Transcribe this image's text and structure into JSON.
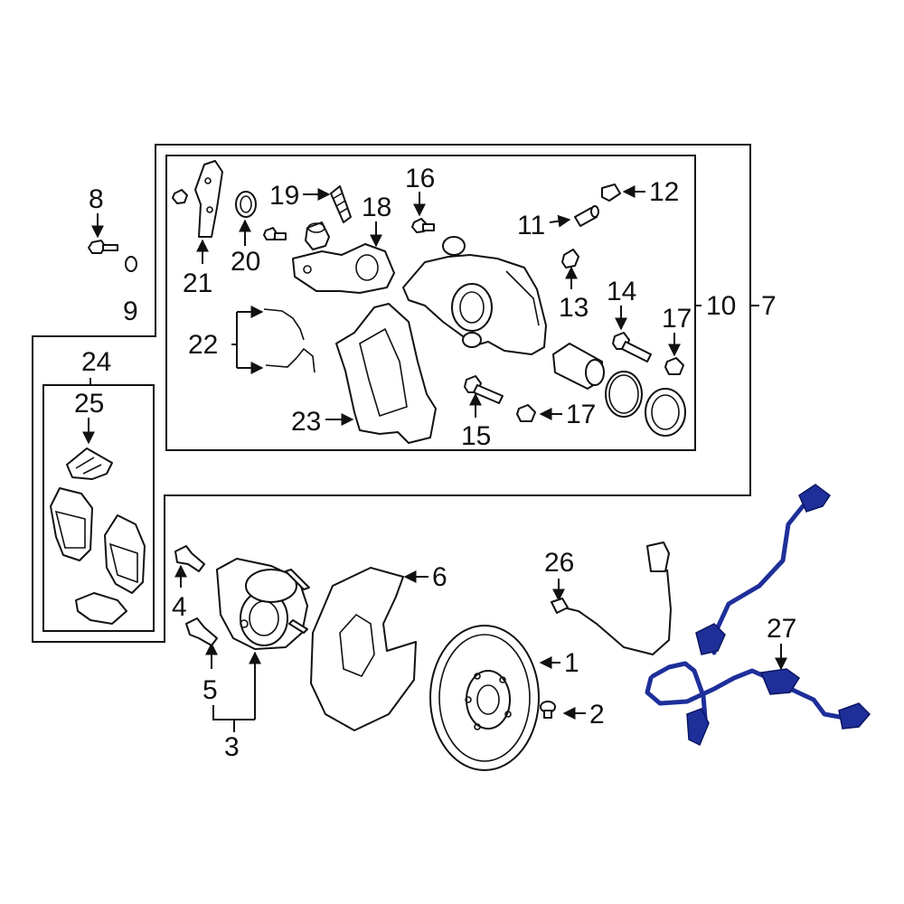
{
  "callouts": {
    "c1": "1",
    "c2": "2",
    "c3": "3",
    "c4": "4",
    "c5": "5",
    "c6": "6",
    "c7": "7",
    "c8": "8",
    "c9": "9",
    "c10": "10",
    "c11": "11",
    "c12": "12",
    "c13": "13",
    "c14": "14",
    "c15": "15",
    "c16": "16",
    "c17a": "17",
    "c17b": "17",
    "c18": "18",
    "c19": "19",
    "c20": "20",
    "c21": "21",
    "c22": "22",
    "c23": "23",
    "c24": "24",
    "c25": "25",
    "c26": "26",
    "c27": "27"
  },
  "colors": {
    "line": "#111111",
    "highlight_part": "#1e2f9a",
    "background": "#ffffff"
  },
  "highlighted_part_callout": "27"
}
